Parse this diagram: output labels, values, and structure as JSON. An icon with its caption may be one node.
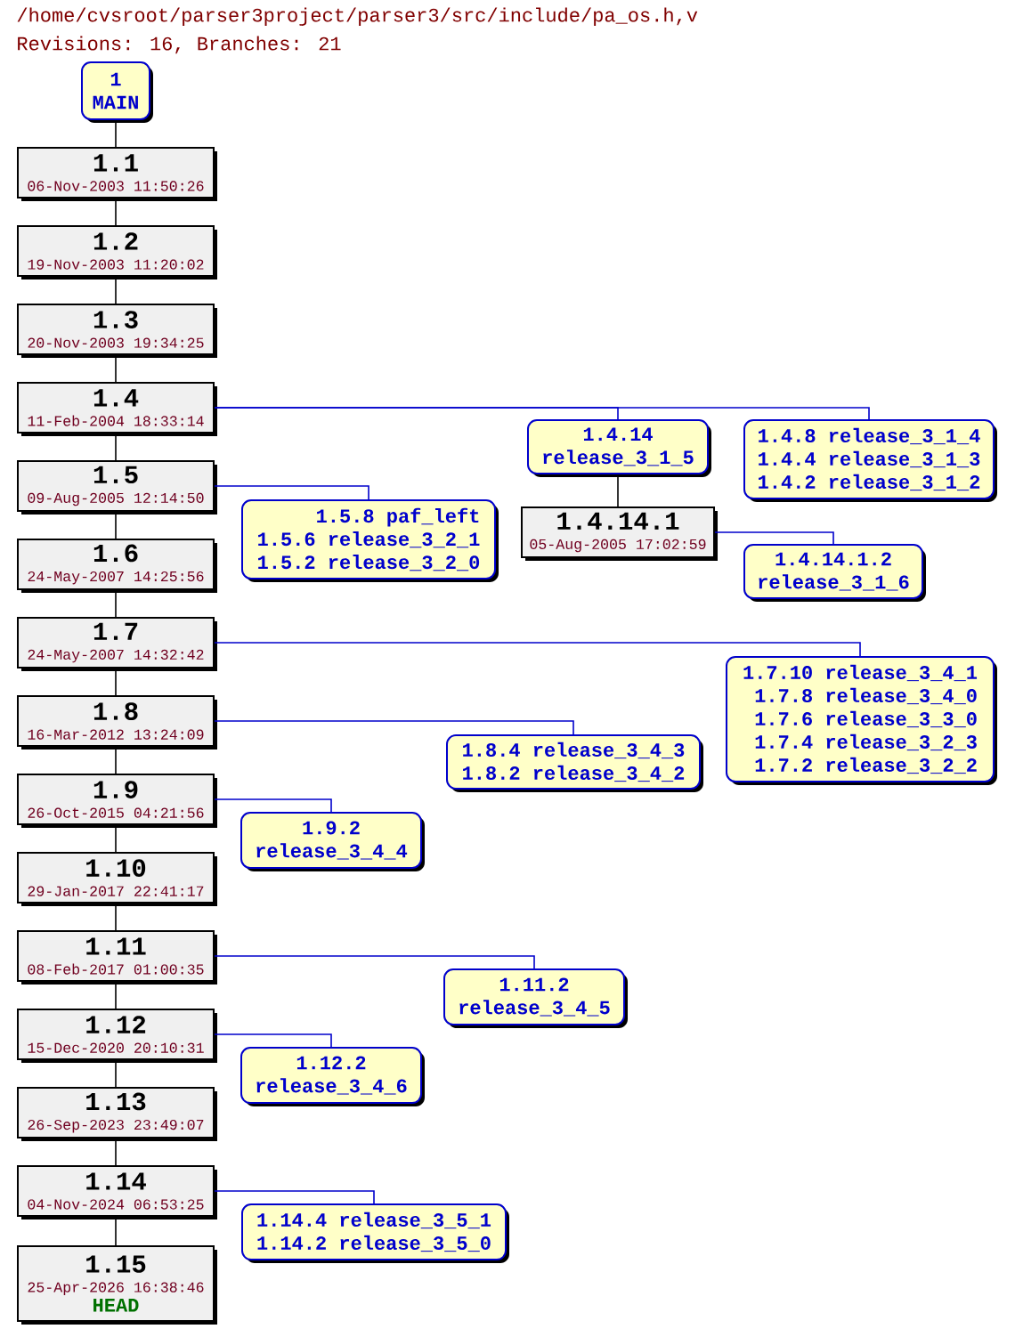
{
  "diagram": {
    "title": "/home/cvsroot/parser3project/parser3/src/include/pa_os.h,v",
    "nodes": [
      {
        "text": [
          "1",
          "MAIN"
        ]
      },
      {
        "text": [
          "1.1",
          "06-Nov-2003 11:50:26"
        ]
      },
      {
        "text": [
          "1.2",
          "19-Nov-2003 11:20:02"
        ]
      },
      {
        "text": [
          "1.3",
          "20-Nov-2003 19:34:25"
        ]
      },
      {
        "text": [
          "1.4",
          "11-Feb-2004 18:33:14"
        ]
      },
      {
        "text": [
          "1.4.14",
          "release_3_1_5"
        ]
      },
      {
        "text": [
          "1.4.8 release_3_1_4",
          "1.4.4 release_3_1_3",
          "1.4.2 release_3_1_2"
        ]
      },
      {
        "text": [
          "1.4.14.1",
          "05-Aug-2005 17:02:59"
        ]
      },
      {
        "text": [
          "1.4.14.1.2",
          "release_3_1_6"
        ]
      },
      {
        "text": [
          "1.5",
          "09-Aug-2005 12:14:50"
        ]
      },
      {
        "text": [
          "1.5.8 paf_left",
          "1.5.6 release_3_2_1",
          "1.5.2 release_3_2_0"
        ]
      },
      {
        "text": [
          "1.6",
          "24-May-2007 14:25:56"
        ]
      },
      {
        "text": [
          "1.7",
          "24-May-2007 14:32:42"
        ]
      },
      {
        "text": [
          "1.7.10 release_3_4_1",
          "1.7.8 release_3_4_0",
          "1.7.6 release_3_3_0",
          "1.7.4 release_3_2_3",
          "1.7.2 release_3_2_2"
        ]
      },
      {
        "text": [
          "1.8",
          "16-Mar-2012 13:24:09"
        ]
      },
      {
        "text": [
          "1.8.4 release_3_4_3",
          "1.8.2 release_3_4_2"
        ]
      },
      {
        "text": [
          "1.9",
          "26-Oct-2015 04:21:56"
        ]
      },
      {
        "text": [
          "1.9.2",
          "release_3_4_4"
        ]
      },
      {
        "text": [
          "1.10",
          "29-Jan-2017 22:41:17"
        ]
      },
      {
        "text": [
          "1.11",
          "08-Feb-2017 01:00:35"
        ]
      },
      {
        "text": [
          "1.11.2",
          "release_3_4_5"
        ]
      },
      {
        "text": [
          "1.12",
          "15-Dec-2020 20:10:31"
        ]
      },
      {
        "text": [
          "1.12.2",
          "release_3_4_6"
        ]
      },
      {
        "text": [
          "1.13",
          "26-Sep-2023 23:49:07"
        ]
      },
      {
        "text": [
          "1.14",
          "04-Nov-2024 06:53:25"
        ]
      },
      {
        "text": [
          "1.14.4 release_3_5_1",
          "1.14.2 release_3_5_0"
        ]
      },
      {
        "text": [
          "1.15",
          "25-Apr-2026 16:38:46",
          "HEAD"
        ]
      }
    ],
    "edges": [
      {
        "from": 0,
        "to": 1,
        "arrow": "none"
      },
      {
        "from": 1,
        "to": 2,
        "arrow": "none"
      },
      {
        "from": 2,
        "to": 3,
        "arrow": "none"
      },
      {
        "from": 3,
        "to": 4,
        "arrow": "none"
      },
      {
        "from": 4,
        "to": 5,
        "arrow": "none",
        "color": "#0000cc"
      },
      {
        "from": 4,
        "to": 6,
        "arrow": "none",
        "color": "#0000cc"
      },
      {
        "from": 5,
        "to": 7,
        "arrow": "none"
      },
      {
        "from": 7,
        "to": 8,
        "arrow": "none",
        "color": "#0000cc"
      },
      {
        "from": 4,
        "to": 9,
        "arrow": "none"
      },
      {
        "from": 9,
        "to": 10,
        "arrow": "none",
        "color": "#0000cc"
      },
      {
        "from": 9,
        "to": 11,
        "arrow": "none"
      },
      {
        "from": 11,
        "to": 12,
        "arrow": "none"
      },
      {
        "from": 12,
        "to": 13,
        "arrow": "none",
        "color": "#0000cc"
      },
      {
        "from": 12,
        "to": 14,
        "arrow": "none"
      },
      {
        "from": 14,
        "to": 15,
        "arrow": "none",
        "color": "#0000cc"
      },
      {
        "from": 14,
        "to": 16,
        "arrow": "none"
      },
      {
        "from": 16,
        "to": 17,
        "arrow": "none",
        "color": "#0000cc"
      },
      {
        "from": 16,
        "to": 18,
        "arrow": "none"
      },
      {
        "from": 18,
        "to": 19,
        "arrow": "none"
      },
      {
        "from": 19,
        "to": 20,
        "arrow": "none",
        "color": "#0000cc"
      },
      {
        "from": 19,
        "to": 21,
        "arrow": "none"
      },
      {
        "from": 21,
        "to": 22,
        "arrow": "none",
        "color": "#0000cc"
      },
      {
        "from": 21,
        "to": 23,
        "arrow": "none"
      },
      {
        "from": 23,
        "to": 24,
        "arrow": "none"
      },
      {
        "from": 24,
        "to": 25,
        "arrow": "none",
        "color": "#0000cc"
      },
      {
        "from": 24,
        "to": 26,
        "arrow": "none"
      }
    ],
    "labels": [
      "Revisions: 16, Branches: 21"
    ]
  }
}
